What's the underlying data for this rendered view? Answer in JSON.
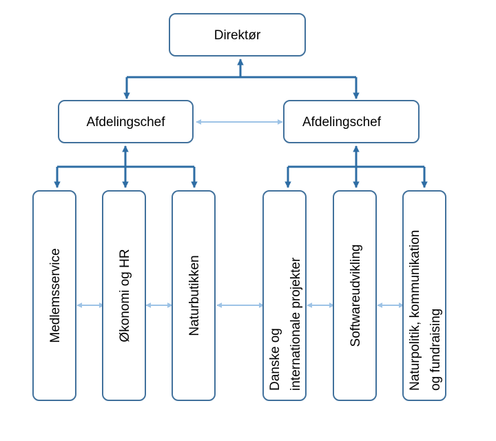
{
  "diagram": {
    "top": {
      "label": "Direktør"
    },
    "heads": [
      {
        "label": "Afdelingschef"
      },
      {
        "label": "Afdelingschef"
      }
    ],
    "units": [
      {
        "lines": [
          "Medlemsservice"
        ]
      },
      {
        "lines": [
          "Økonomi og HR"
        ]
      },
      {
        "lines": [
          "Naturbutikken"
        ]
      },
      {
        "lines": [
          "Danske og",
          "internationale projekter"
        ]
      },
      {
        "lines": [
          "Softwareudvikling"
        ]
      },
      {
        "lines": [
          "Naturpolitik, kommunikation",
          "og fundraising"
        ]
      }
    ],
    "colors": {
      "box_border": "#41719c",
      "connector": "#2e6da4",
      "peer_arrow": "#9dc3e6"
    }
  }
}
